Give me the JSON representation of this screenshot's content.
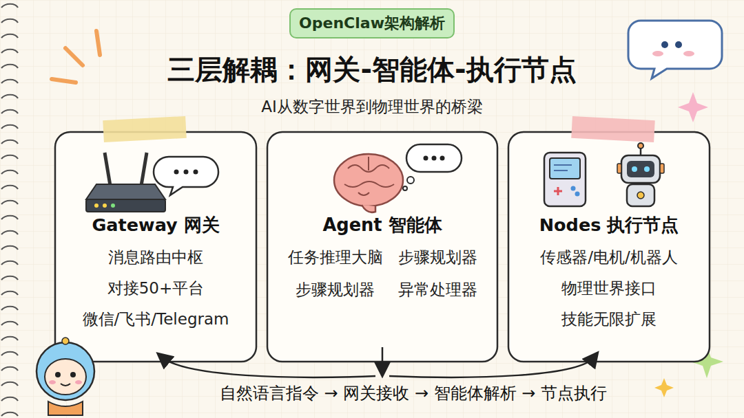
{
  "diagram": {
    "title": "三层解耦：网关-智能体-执行节点",
    "nodes": [
      {
        "text": [
          "OpenClaw架构解析"
        ]
      },
      {
        "text": [
          "Gateway 网关",
          "消息路由中枢",
          "对接50+平台",
          "微信/飞书/Telegram"
        ]
      },
      {
        "text": [
          "Agent 智能体",
          "任务推理大脑",
          "步骤规划器",
          "步骤规划器",
          "异常处理器"
        ]
      },
      {
        "text": [
          "Nodes 执行节点",
          "传感器/电机/机器人",
          "物理世界接口",
          "技能无限扩展"
        ]
      }
    ],
    "labels": [
      "AI从数字世界到物理世界的桥梁",
      "自然语言指令 → 网关接收 → 智能体解析 → 节点执行"
    ]
  }
}
